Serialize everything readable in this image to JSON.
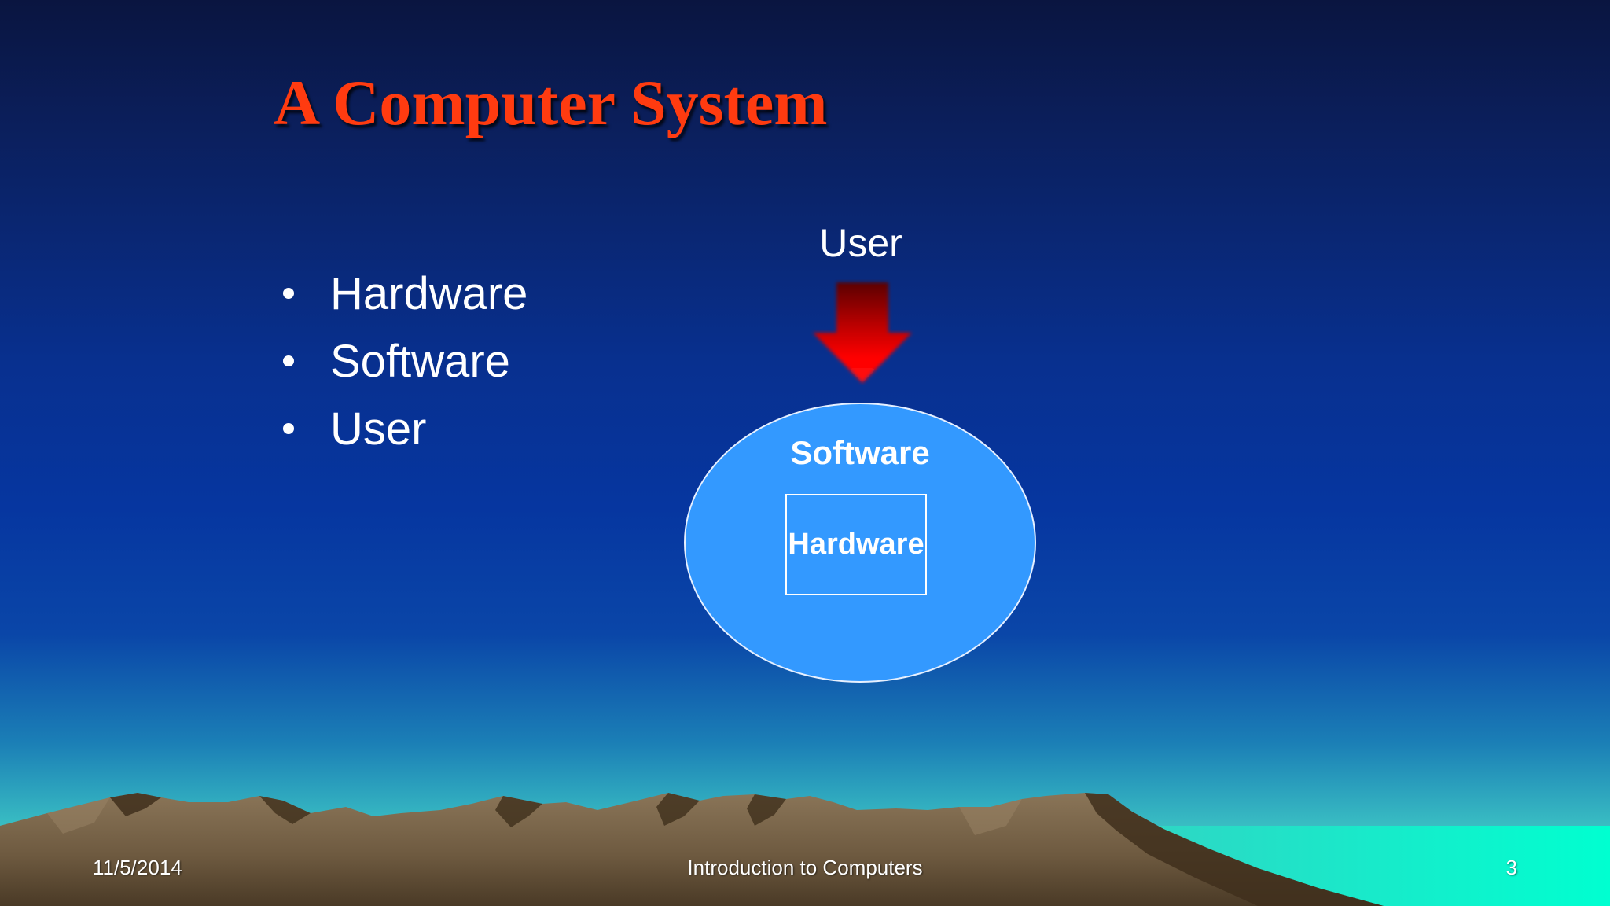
{
  "slide": {
    "title": "A Computer System",
    "bullets": [
      "Hardware",
      "Software",
      "User"
    ],
    "diagram": {
      "user_label": "User",
      "outer_label": "Software",
      "inner_label": "Hardware"
    },
    "footer": {
      "date": "11/5/2014",
      "center_text": "Introduction to Computers",
      "page_number": "3"
    }
  },
  "colors": {
    "title": "#ff3b10",
    "ellipse_fill": "#3399ff",
    "arrow": "#ff0000",
    "text": "#ffffff"
  },
  "icons": {
    "arrow": "down-arrow-icon",
    "bullet": "bullet-dot-icon"
  }
}
